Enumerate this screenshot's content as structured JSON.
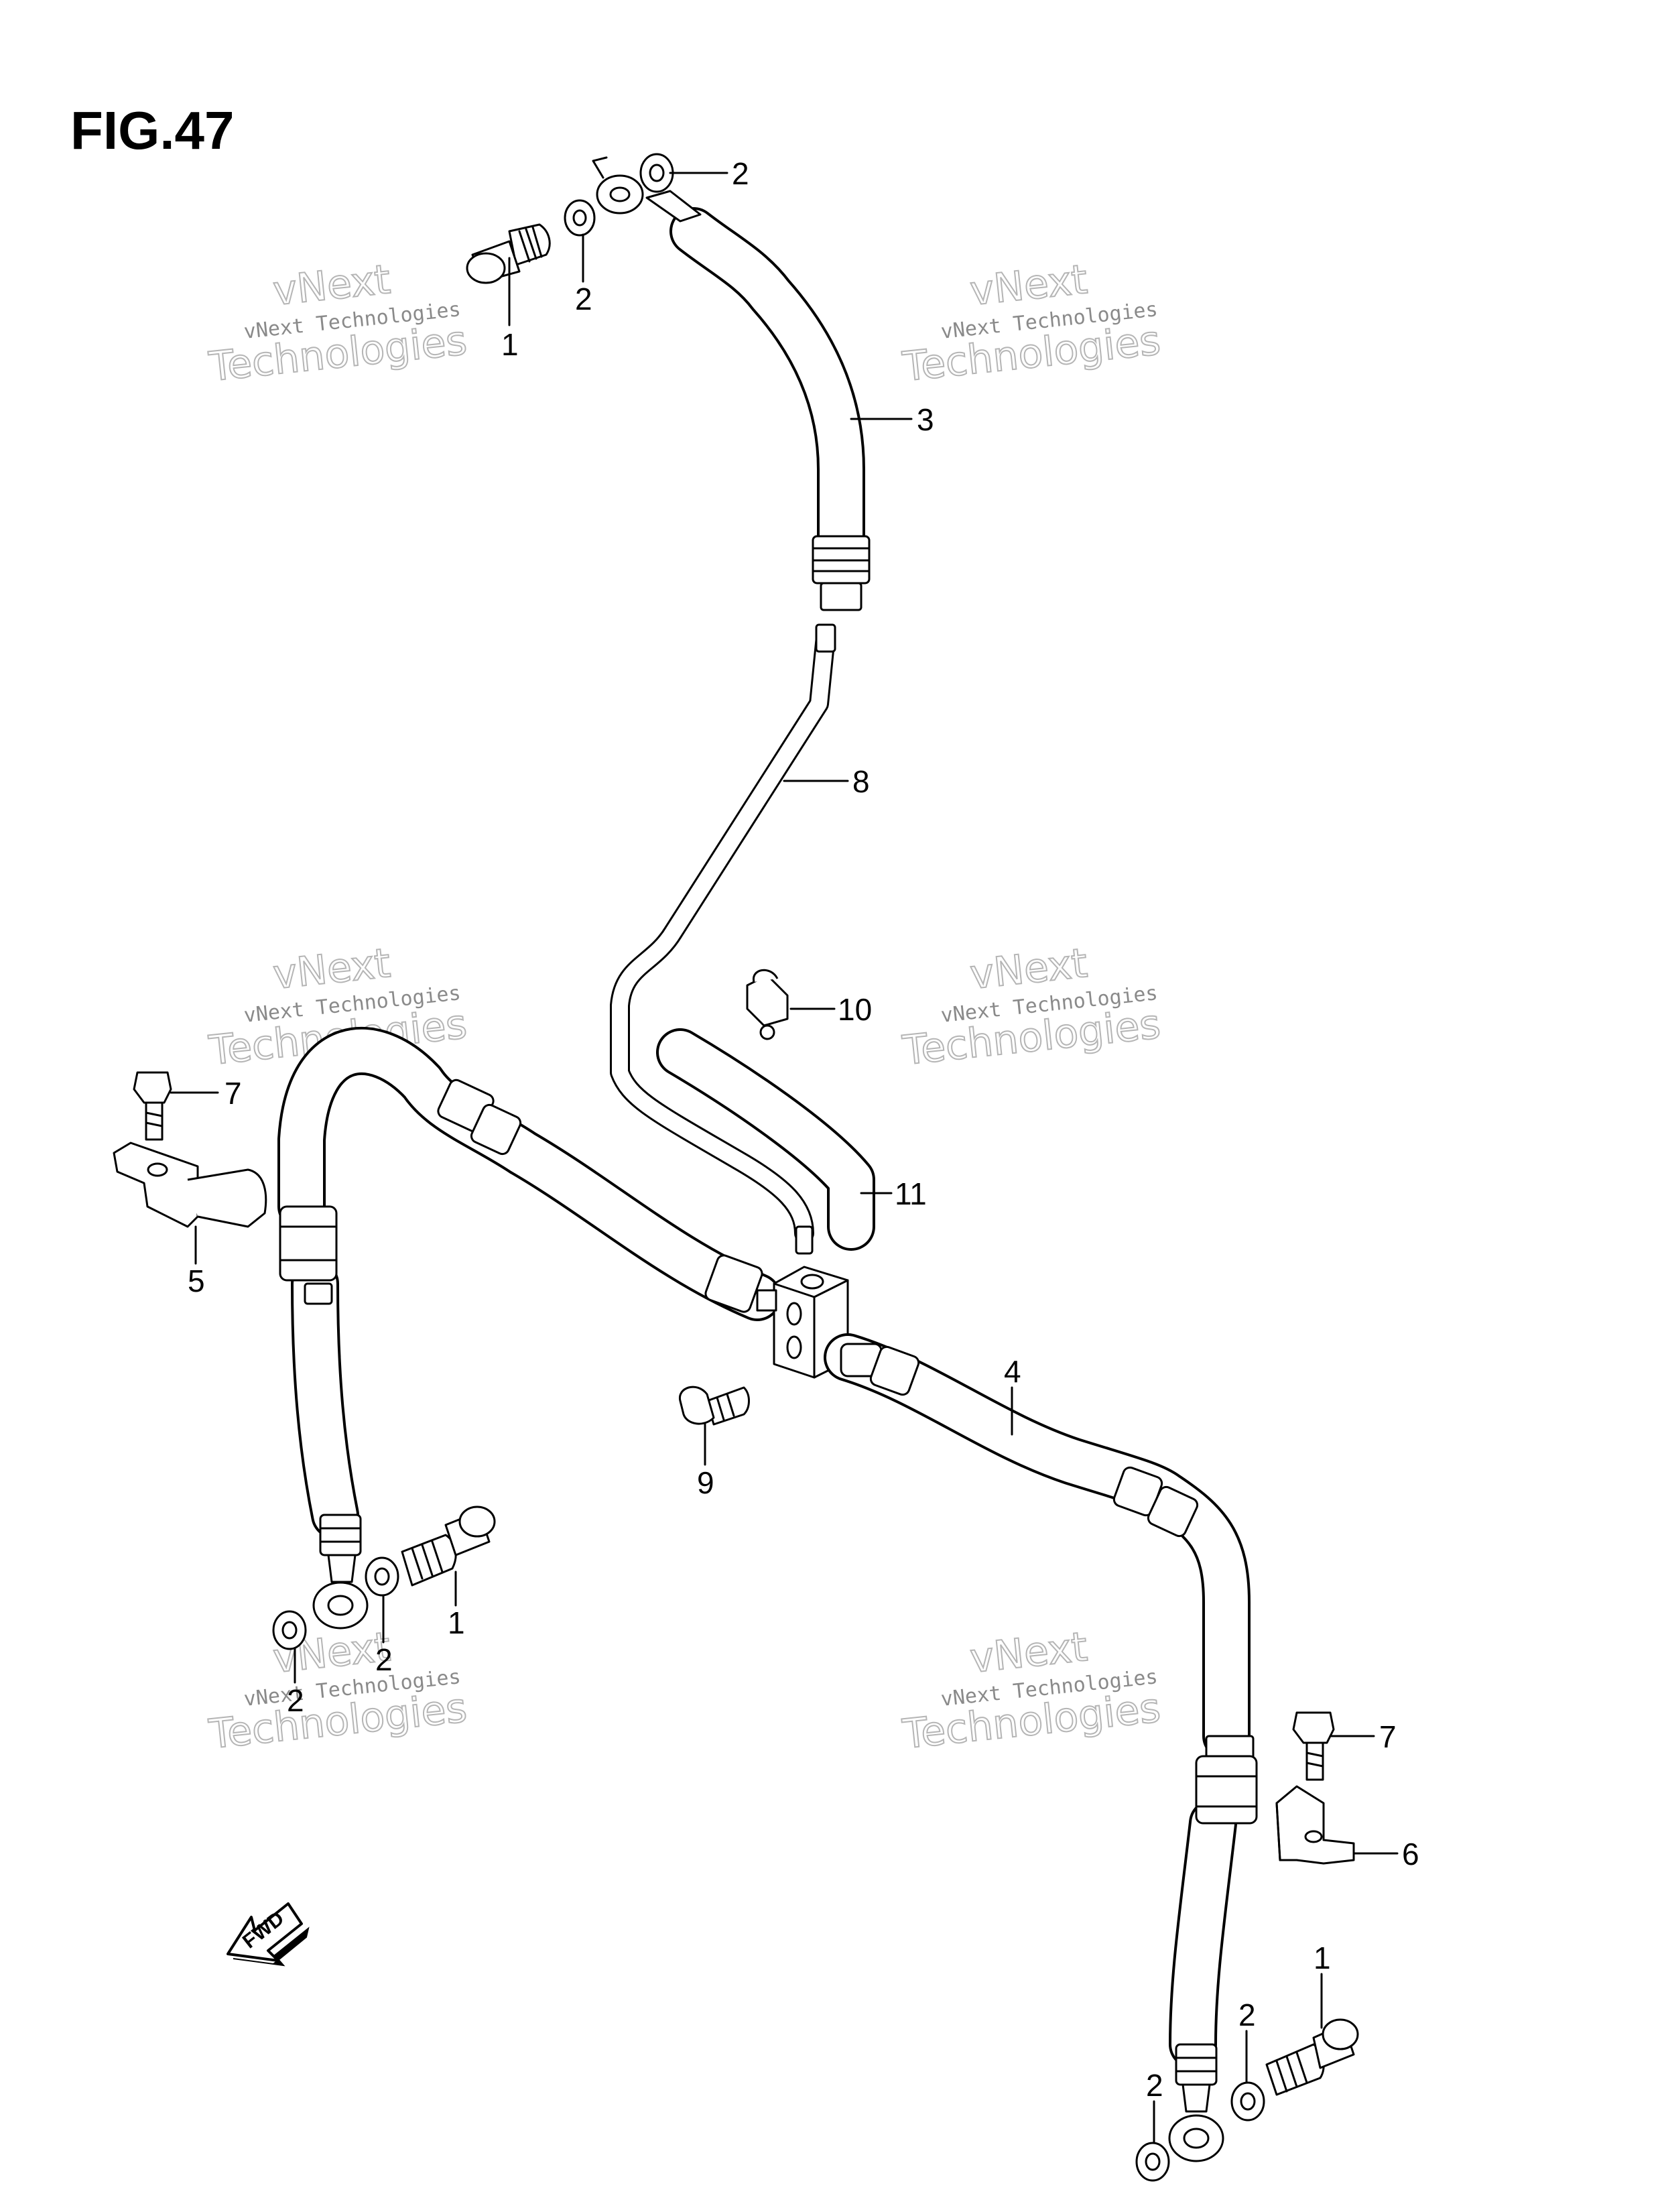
{
  "figure_title": "FIG.47",
  "watermark": {
    "line1": "vNext Technologies",
    "line2": "vNext",
    "line3": "Technologies"
  },
  "fwd_label": "FWD",
  "callouts": [
    {
      "id": "1"
    },
    {
      "id": "2"
    },
    {
      "id": "3"
    },
    {
      "id": "4"
    },
    {
      "id": "5"
    },
    {
      "id": "6"
    },
    {
      "id": "7"
    },
    {
      "id": "8"
    },
    {
      "id": "9"
    },
    {
      "id": "10"
    },
    {
      "id": "11"
    }
  ]
}
